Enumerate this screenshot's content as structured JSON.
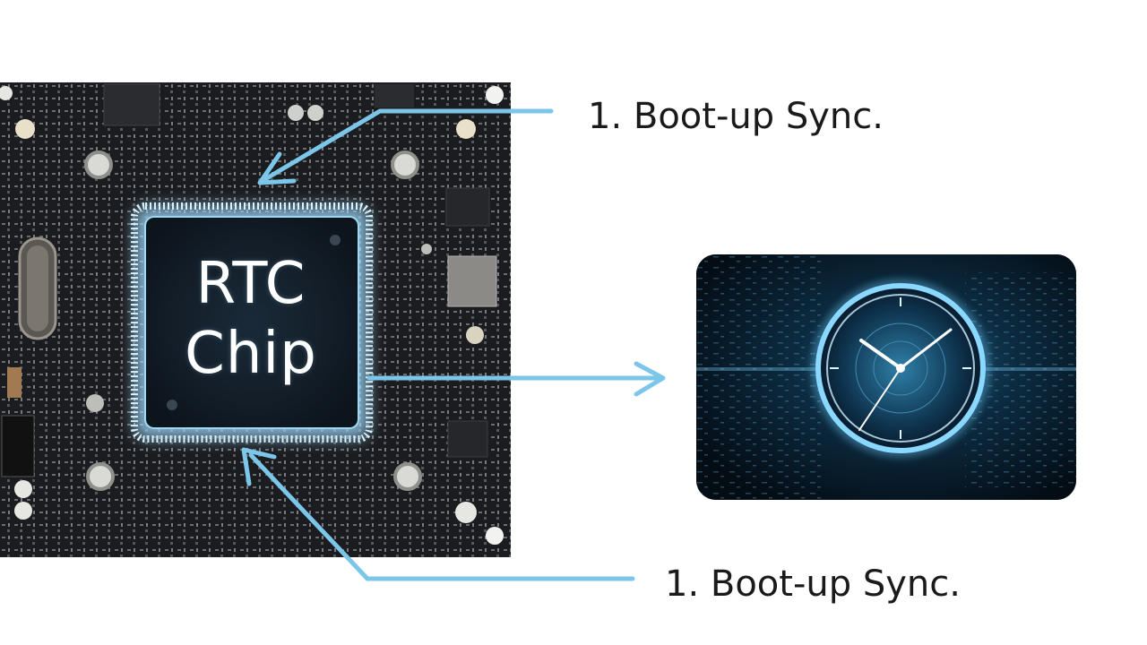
{
  "chip": {
    "line1": "RTC",
    "line2": "Chip"
  },
  "labels": {
    "top": "1. Boot-up Sync.",
    "bottom": "1. Boot-up Sync."
  },
  "colors": {
    "arrow": "#7cc6ea",
    "chip_glow": "#bfe9ff",
    "board": "#1b1c1f",
    "clock_bg": "#06121d",
    "clock_ring": "#8ad8ff"
  },
  "icons": {
    "clock": "clock-icon",
    "motherboard": "motherboard-image"
  }
}
